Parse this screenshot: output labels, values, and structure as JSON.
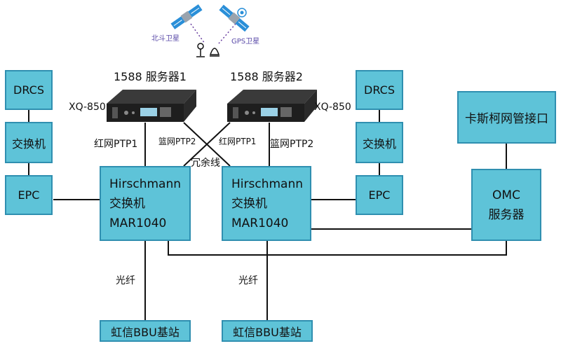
{
  "satellites": {
    "beidou": "北斗卫星",
    "gps": "GPS卫星"
  },
  "servers": [
    {
      "title": "1588 服务器1",
      "model": "XQ-850"
    },
    {
      "title": "1588 服务器2",
      "model": "XQ-850"
    }
  ],
  "left_stack": {
    "drcs": "DRCS",
    "switch": "交换机",
    "epc": "EPC"
  },
  "right_stack": {
    "drcs": "DRCS",
    "switch": "交换机",
    "epc": "EPC"
  },
  "hirschmann_left": {
    "line1": "Hirschmann",
    "line2": "交换机",
    "line3": "MAR1040"
  },
  "hirschmann_right": {
    "line1": "Hirschmann",
    "line2": "交换机",
    "line3": "MAR1040"
  },
  "links": {
    "red_ptp1_left": "红网PTP1",
    "blue_ptp2_cross": "篮网PTP2",
    "red_ptp1_cross": "红网PTP1",
    "blue_ptp2_right": "篮网PTP2",
    "redundant": "冗余线",
    "fiber_left": "光纤",
    "fiber_right": "光纤"
  },
  "casco": "卡斯柯网管接口",
  "omc": {
    "line1": "OMC",
    "line2": "服务器"
  },
  "bbu_left": "虹信BBU基站",
  "bbu_right": "虹信BBU基站"
}
